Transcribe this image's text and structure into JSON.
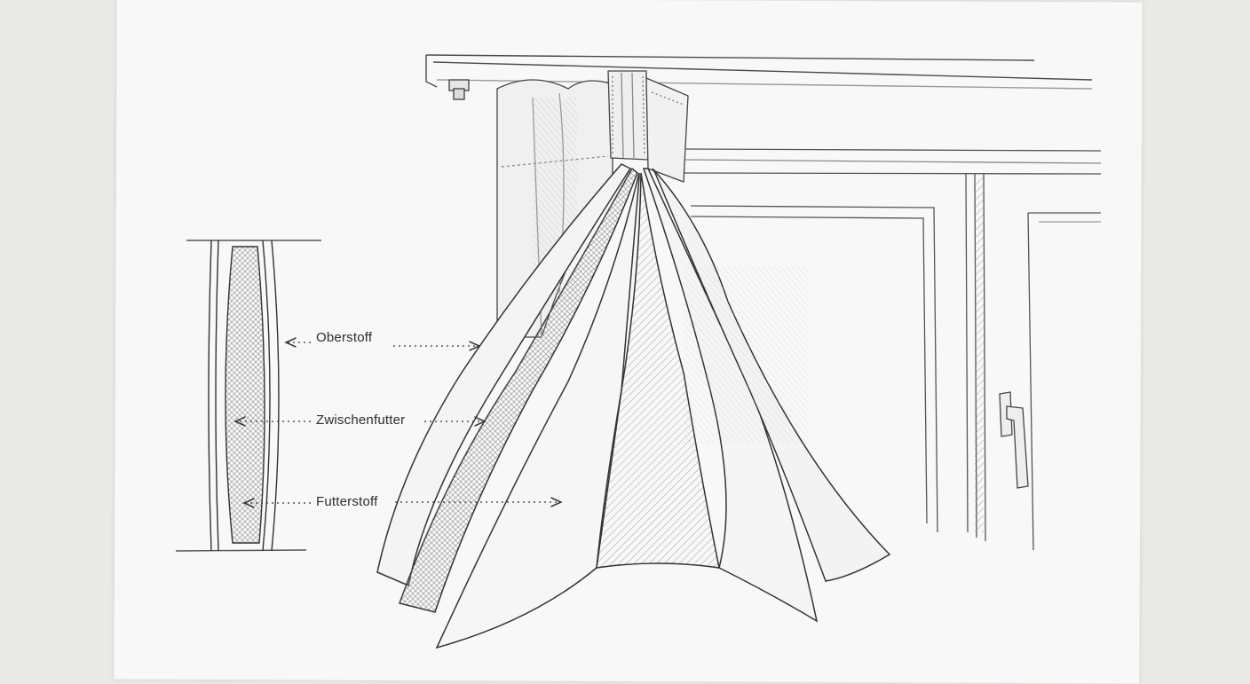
{
  "labels": {
    "outer_fabric": "Oberstoff",
    "interlining": "Zwischenfutter",
    "lining": "Futterstoff"
  },
  "colors": {
    "paper": "#f8f8f8",
    "background": "#e9e9e5",
    "pencil": "#3a3a3a",
    "pencil_light": "#9a9a9a"
  }
}
